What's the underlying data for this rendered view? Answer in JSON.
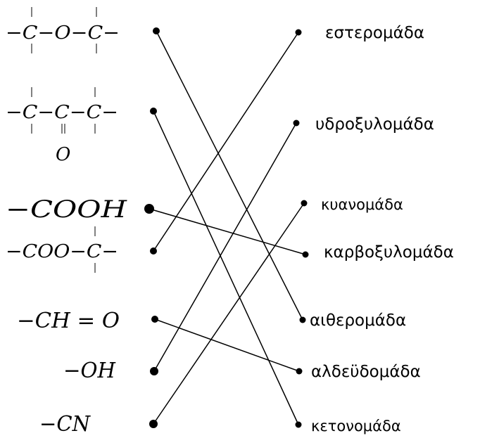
{
  "formulas": {
    "ether_main": "−C−O−C−",
    "ketone_main": "−C−C−C−",
    "ketone_oxygen": "O",
    "carboxyl": "−COOH",
    "ester": "−COO−C−",
    "aldehyde": "−CH = O",
    "hydroxyl": "−OH",
    "cyano": "−CN"
  },
  "labels": {
    "ester_group": "εστερομάδα",
    "hydroxyl_group": "υδροξυλομάδα",
    "cyano_group": "κυανομάδα",
    "carboxyl_group": "καρβοξυλομάδα",
    "ether_group": "αιθερομάδα",
    "aldehyde_group": "αλδεϋδομάδα",
    "ketone_group": "κετονομάδα"
  },
  "connections": [
    {
      "from": "ether_main",
      "to": "ether_group"
    },
    {
      "from": "ketone_main",
      "to": "ketone_group"
    },
    {
      "from": "carboxyl",
      "to": "carboxyl_group"
    },
    {
      "from": "ester",
      "to": "ester_group"
    },
    {
      "from": "aldehyde",
      "to": "aldehyde_group"
    },
    {
      "from": "hydroxyl",
      "to": "hydroxyl_group"
    },
    {
      "from": "cyano",
      "to": "cyano_group"
    }
  ]
}
